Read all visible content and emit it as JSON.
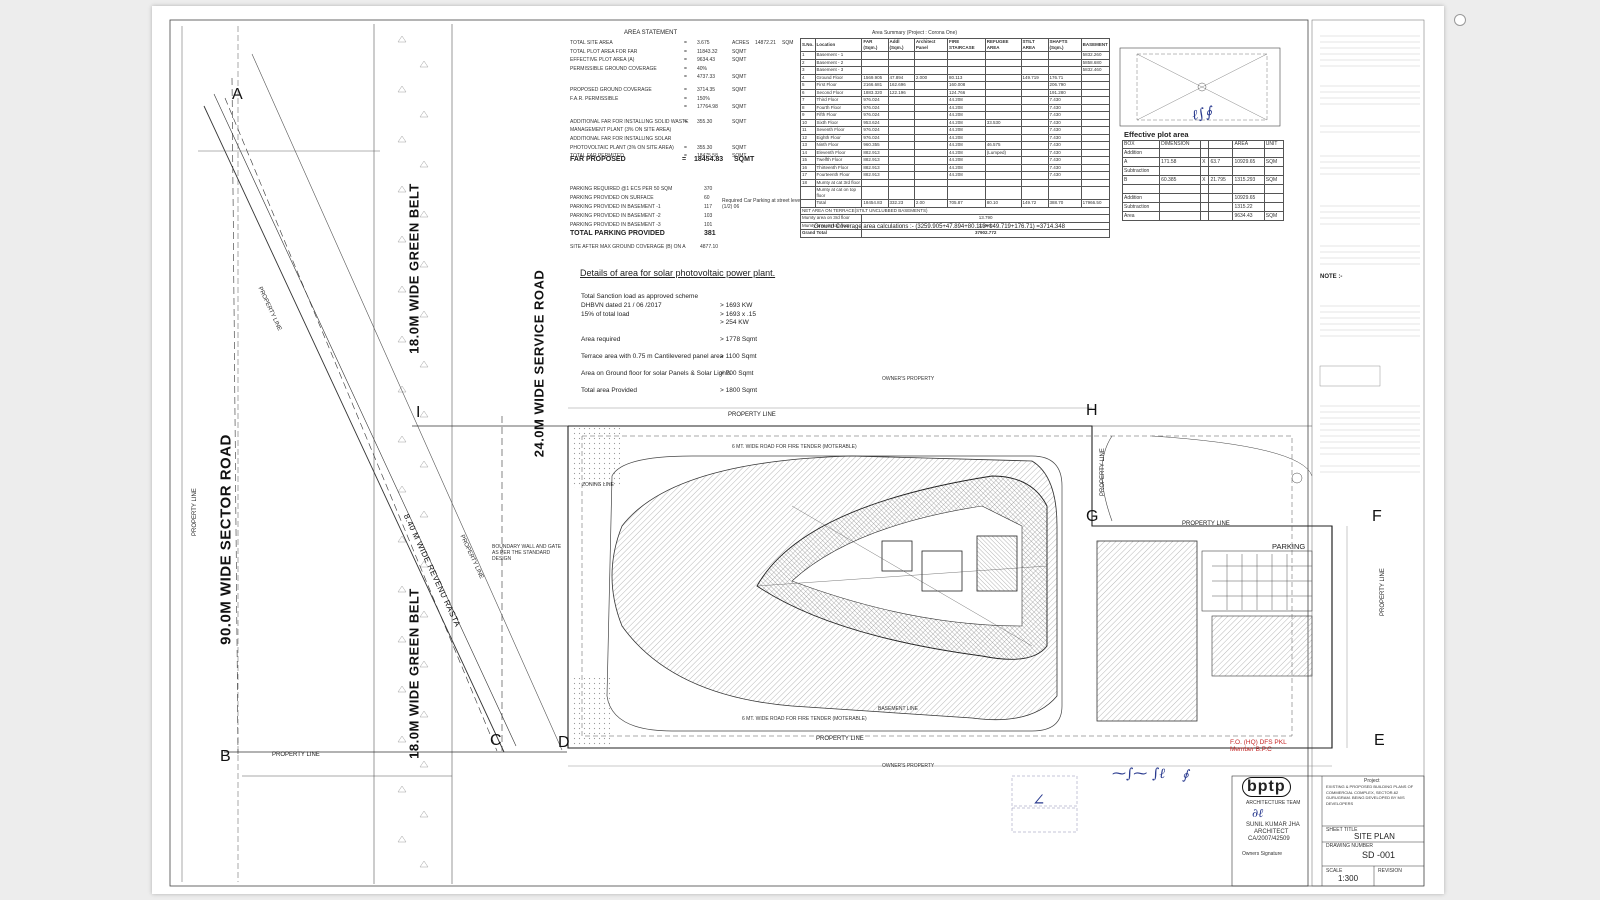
{
  "area_statement": {
    "heading": "AREA STATEMENT",
    "rows": [
      {
        "label": "TOTAL SITE AREA",
        "eq": "=",
        "v": "3.675",
        "u": "ACRES",
        "x": "14872.21",
        "xu": "SQM"
      },
      {
        "label": "TOTAL PLOT AREA FOR FAR",
        "eq": "=",
        "v": "11843.32",
        "u": "SQMT"
      },
      {
        "label": "EFFECTIVE PLOT AREA (A)",
        "eq": "=",
        "v": "9634.43",
        "u": "SQMT"
      },
      {
        "label": "PERMISSIBLE GROUND COVERAGE",
        "eq": "=",
        "v": "40%"
      },
      {
        "label": "",
        "eq": "=",
        "v": "4737.33",
        "u": "SQMT"
      },
      {
        "label": "PROPOSED GROUND COVERAGE",
        "eq": "=",
        "v": "3714.35",
        "u": "SQMT"
      },
      {
        "label": "F.A.R. PERMISSIBLE",
        "eq": "=",
        "v": "150%"
      },
      {
        "label": "",
        "eq": "=",
        "v": "17764.98",
        "u": "SQMT"
      },
      {
        "label": "ADDITIONAL FAR FOR INSTALLING SOLID WASTE",
        "eq": "=",
        "v": "355.30",
        "u": "SQMT"
      },
      {
        "label": "MANAGEMENT PLANT (3% ON SITE AREA)",
        "eq": "",
        "v": ""
      },
      {
        "label": "ADDITIONAL FAR FOR INSTALLING SOLAR",
        "eq": "",
        "v": ""
      },
      {
        "label": "PHOTOVOLTAIC PLANT (3% ON SITE AREA)",
        "eq": "=",
        "v": "355.30",
        "u": "SQMT"
      },
      {
        "label": "TOTAL FAR PERMITED",
        "eq": "=",
        "v": "18475.58",
        "u": "SQMT"
      }
    ],
    "far_proposed_label": "FAR PROPOSED",
    "far_proposed_eq": "=",
    "far_proposed_value": "18454.83",
    "far_proposed_unit": "SQMT"
  },
  "parking": {
    "rows": [
      {
        "label": "PARKING REQUIRED @1 ECS PER 50 SQM",
        "v": "370"
      },
      {
        "label": "PARKING PROVIDED ON SURFACE",
        "v": "60"
      },
      {
        "label": "PARKING PROVIDED IN BASEMENT -1",
        "v": "117"
      },
      {
        "label": "PARKING PROVIDED IN BASEMENT -2",
        "v": "103"
      },
      {
        "label": "PARKING PROVIDED IN BASEMENT -3",
        "v": "101"
      }
    ],
    "note": "Required Car Parking at street level (1/2) 06",
    "total_label": "TOTAL PARKING PROVIDED",
    "total_value": "381",
    "site_after_label": "SITE AFTER MAX GROUND COVERAGE (B) ON A",
    "site_after_value": "4877.10"
  },
  "solar": {
    "title": "Details of area for solar photovoltaic power plant.",
    "rows": [
      {
        "label": "Total Sanction  load as approved scheme",
        "v": ""
      },
      {
        "label": "DHBVN dated 21 / 06 /2017",
        "v": "> 1693 KW"
      },
      {
        "label": "15% of total load",
        "v": "> 1693 x .15"
      },
      {
        "label": "",
        "v": "> 254 KW"
      },
      {
        "label": "Area required",
        "v": "> 1778 Sqmt"
      },
      {
        "label": "Terrace area with 0.75 m Cantilevered panel area",
        "v": "> 1100 Sqmt"
      },
      {
        "label": "Area on Ground floor for solar Panels & Solar Lights",
        "v": "> 700 Sqmt"
      },
      {
        "label": "Total area  Provided",
        "v": "> 1800 Sqmt"
      }
    ]
  },
  "area_summary": {
    "title": "Area Summary (Project : Corona One)",
    "headers": [
      "S.No.",
      "Location",
      "FAR (Sqm.)",
      "Addl (Sqm.)",
      "Architect Panel",
      "FIRE STAIRCASE",
      "REFUGEE AREA",
      "STILT AREA",
      "SHAFTS (Sqm.)",
      "BASEMENT"
    ],
    "rows": [
      [
        "1",
        "Basement - 1",
        "",
        "",
        "",
        "",
        "",
        "",
        "",
        "5832.260"
      ],
      [
        "2",
        "Basement - 2",
        "",
        "",
        "",
        "",
        "",
        "",
        "",
        "5858.680"
      ],
      [
        "3",
        "Basement - 3",
        "",
        "",
        "",
        "",
        "",
        "",
        "",
        "5832.460"
      ],
      [
        "4",
        "Ground Floor",
        "1569.905",
        "47.894",
        "2.000",
        "80.113",
        "",
        "149.719",
        "176.71",
        ""
      ],
      [
        "5",
        "First Floor",
        "2166.681",
        "162.696",
        "",
        "160.008",
        "",
        "",
        "206.790",
        ""
      ],
      [
        "6",
        "Second Floor",
        "1883.320",
        "122.196",
        "",
        "124.766",
        "",
        "",
        "191.280",
        ""
      ],
      [
        "7",
        "Third Floor",
        "976.024",
        "",
        "",
        "44.208",
        "",
        "",
        "7.430",
        ""
      ],
      [
        "8",
        "Fourth Floor",
        "976.024",
        "",
        "",
        "44.208",
        "",
        "",
        "7.430",
        ""
      ],
      [
        "9",
        "Fifth Floor",
        "976.024",
        "",
        "",
        "44.208",
        "",
        "",
        "7.430",
        ""
      ],
      [
        "10",
        "Sixth Floor",
        "953.624",
        "",
        "",
        "44.208",
        "33.530",
        "",
        "7.430",
        ""
      ],
      [
        "11",
        "Seventh Floor",
        "976.024",
        "",
        "",
        "44.208",
        "",
        "",
        "7.430",
        ""
      ],
      [
        "12",
        "Eighth Floor",
        "976.024",
        "",
        "",
        "44.208",
        "",
        "",
        "7.430",
        ""
      ],
      [
        "13",
        "Ninth Floor",
        "960.355",
        "",
        "",
        "44.208",
        "46.575",
        "",
        "7.430",
        ""
      ],
      [
        "14",
        "Eleventh Floor",
        "882.913",
        "",
        "",
        "44.208",
        "(Lumped)",
        "",
        "7.430",
        ""
      ],
      [
        "15",
        "Twelfth Floor",
        "882.913",
        "",
        "",
        "44.208",
        "",
        "",
        "7.430",
        ""
      ],
      [
        "16",
        "Thirteenth Floor",
        "882.913",
        "",
        "",
        "44.208",
        "",
        "",
        "7.430",
        ""
      ],
      [
        "17",
        "Fourteenth Floor",
        "882.913",
        "",
        "",
        "44.208",
        "",
        "",
        "7.430",
        ""
      ],
      [
        "18",
        "Mumty at cat 3rd floor",
        "",
        "",
        "",
        "",
        "",
        "",
        "",
        ""
      ],
      [
        "",
        "Mumty at cat on top floor",
        "",
        "",
        "",
        "",
        "",
        "",
        "",
        ""
      ],
      [
        "",
        "Total",
        "18454.83",
        "332.23",
        "2.00",
        "705.87",
        "80.10",
        "149.72",
        "388.70",
        "17966.50"
      ]
    ],
    "net_row": "NET AREA ON TERRACE(STILT UNCLUBBED BASEMENTS)",
    "mumty_rows": [
      {
        "label": "Mumty area on 3rd floor",
        "v": "13.790"
      },
      {
        "label": "Mumty area on top floor",
        "v": "33.840"
      }
    ],
    "grand_total_label": "Grand Total",
    "grand_total_value": "37902.772",
    "gc_calc": "Ground Coverage area calculations :- (3259.905+47.894+80.113+149.719+176.71) =3714.348"
  },
  "effective_plot": {
    "title": "Effective plot area",
    "headers": [
      "BOX",
      "DIMENSION",
      "",
      "",
      "AREA",
      "UNIT"
    ],
    "rows": [
      {
        "c": [
          "Addition",
          "",
          "",
          "",
          "",
          ""
        ]
      },
      {
        "c": [
          "A",
          "171.58",
          "X",
          "63.7",
          "10929.65",
          "SQM"
        ]
      },
      {
        "c": [
          "Subtraction",
          "",
          "",
          "",
          "",
          ""
        ]
      },
      {
        "c": [
          "B",
          "60.385",
          "X",
          "21.795",
          "1315.293",
          "SQM"
        ]
      },
      {
        "c": [
          "",
          "",
          "",
          "",
          "",
          ""
        ]
      },
      {
        "c": [
          "Addition",
          "",
          "",
          "",
          "10929.65",
          ""
        ]
      },
      {
        "c": [
          "Subtraction",
          "",
          "",
          "",
          "1315.22",
          ""
        ]
      },
      {
        "c": [
          "Area",
          "",
          "",
          "",
          "9634.43",
          "SQM"
        ]
      }
    ]
  },
  "roads": {
    "sector_road": "90.0M WIDE SECTOR ROAD",
    "green_belt_top": "18.0M WIDE GREEN BELT",
    "service_road": "24.0M WIDE  SERVICE ROAD",
    "green_belt_bottom": "18.0M WIDE GREEN BELT",
    "revenue_rasta": "8.40 M WIDE REVENU RASTA"
  },
  "property_line": "PROPERTY LINE",
  "points": [
    "A",
    "B",
    "C",
    "D",
    "E",
    "F",
    "G",
    "H",
    "I"
  ],
  "labels": {
    "parking": "PARKING",
    "owners_property": "OWNER'S PROPERTY",
    "boundary_wall": "BOUNDARY WALL AND GATE AS PER THE STANDARD DESIGN",
    "fire_road_top": "6 MT. WIDE ROAD FOR FIRE TENDER (MOTERABLE)",
    "fire_road_bottom": "6 MT. WIDE ROAD FOR FIRE TENDER (MOTERABLE)",
    "basement_line": "BASEMENT LINE",
    "zoning_line": "ZONING LINE"
  },
  "title_block": {
    "firm_logo": "bptp",
    "firm_sub": "ARCHITECTURE TEAM",
    "architect_name": "SUNIL KUMAR JHA",
    "architect_title": "ARCHITECT",
    "architect_reg": "CA/2007/42509",
    "project_label": "Project",
    "project_text": "EXISTING & PROPOSED BUILDING PLANS OF COMMERCIAL COMPLEX, SECTOR-62 GURUGRAM. BEING DEVELOPED BY M/S DEVELOPERS",
    "sheet_title_label": "SHEET TITLE",
    "sheet_title": "SITE PLAN",
    "drawing_label": "DRAWING NUMBER",
    "drawing_no": "SD -001",
    "scale_label": "SCALE",
    "scale": "1:300",
    "revision_label": "REVISION",
    "owner_sig": "Owners Signature",
    "stamp_red": "F.O. (HQ) DFS PKL Member B.P.C"
  },
  "notes_heading": "NOTE :-"
}
